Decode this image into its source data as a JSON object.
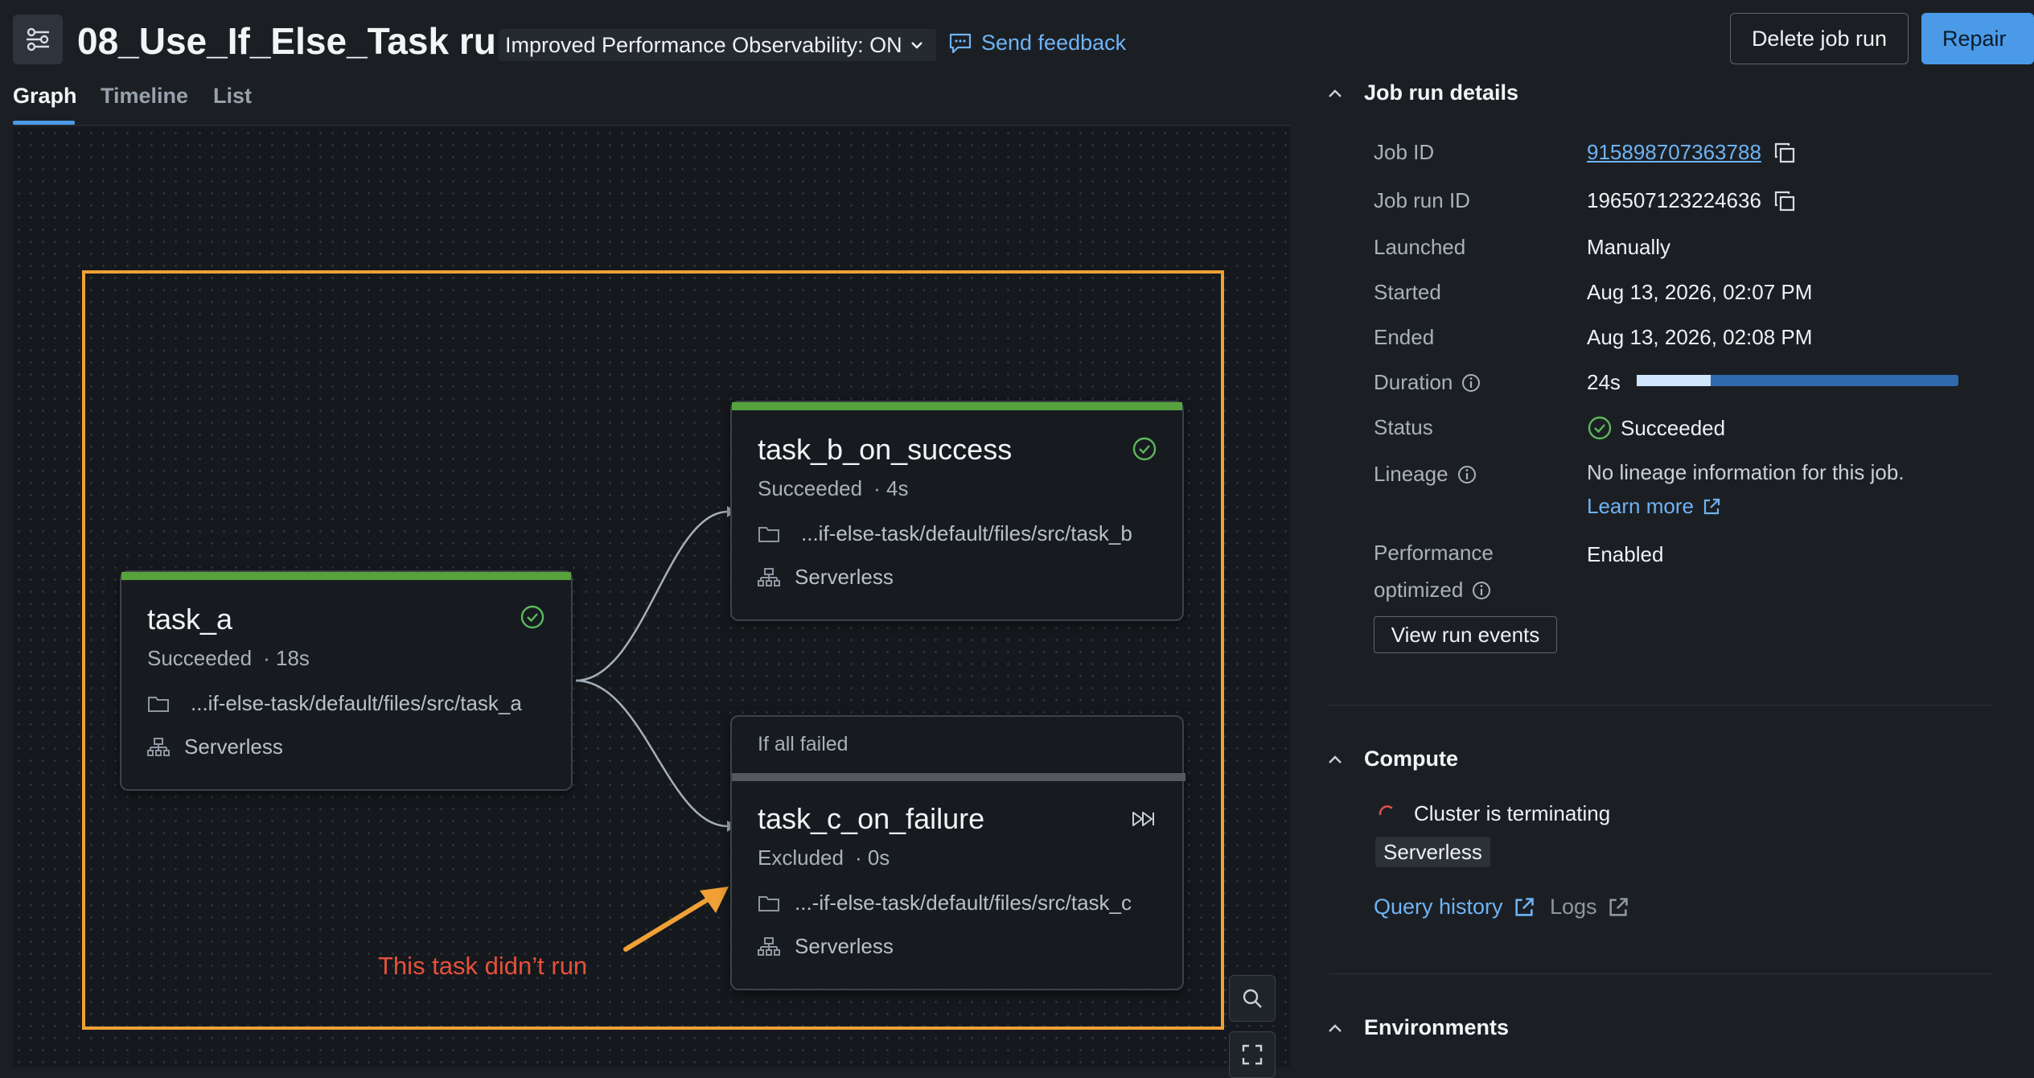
{
  "header": {
    "title": "08_Use_If_Else_Task run",
    "perf_dropdown": "Improved Performance Observability: ON",
    "feedback": "Send feedback",
    "delete_button": "Delete job run",
    "repair_button": "Repair"
  },
  "tabs": [
    {
      "label": "Graph",
      "active": true
    },
    {
      "label": "Timeline",
      "active": false
    },
    {
      "label": "List",
      "active": false
    }
  ],
  "graph": {
    "nodes": {
      "task_a": {
        "name": "task_a",
        "status": "Succeeded",
        "duration": "· 18s",
        "path": "...if-else-task/default/files/src/task_a",
        "compute": "Serverless"
      },
      "task_b": {
        "name": "task_b_on_success",
        "status": "Succeeded",
        "duration": "· 4s",
        "path": "...if-else-task/default/files/src/task_b",
        "compute": "Serverless"
      },
      "task_c": {
        "condition": "If all failed",
        "name": "task_c_on_failure",
        "status": "Excluded",
        "duration": "· 0s",
        "path": "...-if-else-task/default/files/src/task_c",
        "compute": "Serverless"
      }
    },
    "annotation": "This task didn’t run",
    "colors": {
      "success": "#56a33e",
      "highlight": "#f0a035",
      "annotation": "#e8503b"
    }
  },
  "details": {
    "heading": "Job run details",
    "job_id_label": "Job ID",
    "job_id": "915898707363788",
    "run_id_label": "Job run ID",
    "run_id": "196507123224636",
    "launched_label": "Launched",
    "launched": "Manually",
    "started_label": "Started",
    "started": "Aug 13, 2026, 02:07 PM",
    "ended_label": "Ended",
    "ended": "Aug 13, 2026, 02:08 PM",
    "duration_label": "Duration",
    "duration": "24s",
    "duration_fraction": 0.23,
    "status_label": "Status",
    "status": "Succeeded",
    "lineage_label": "Lineage",
    "lineage_text": "No lineage information for this job.",
    "learn_more": "Learn more",
    "perf_label_1": "Performance",
    "perf_label_2": "optimized",
    "perf_value": "Enabled",
    "view_events": "View run events"
  },
  "compute": {
    "heading": "Compute",
    "status": "Cluster is terminating",
    "chip": "Serverless",
    "query_history": "Query history",
    "logs": "Logs"
  },
  "environments": {
    "heading": "Environments"
  }
}
